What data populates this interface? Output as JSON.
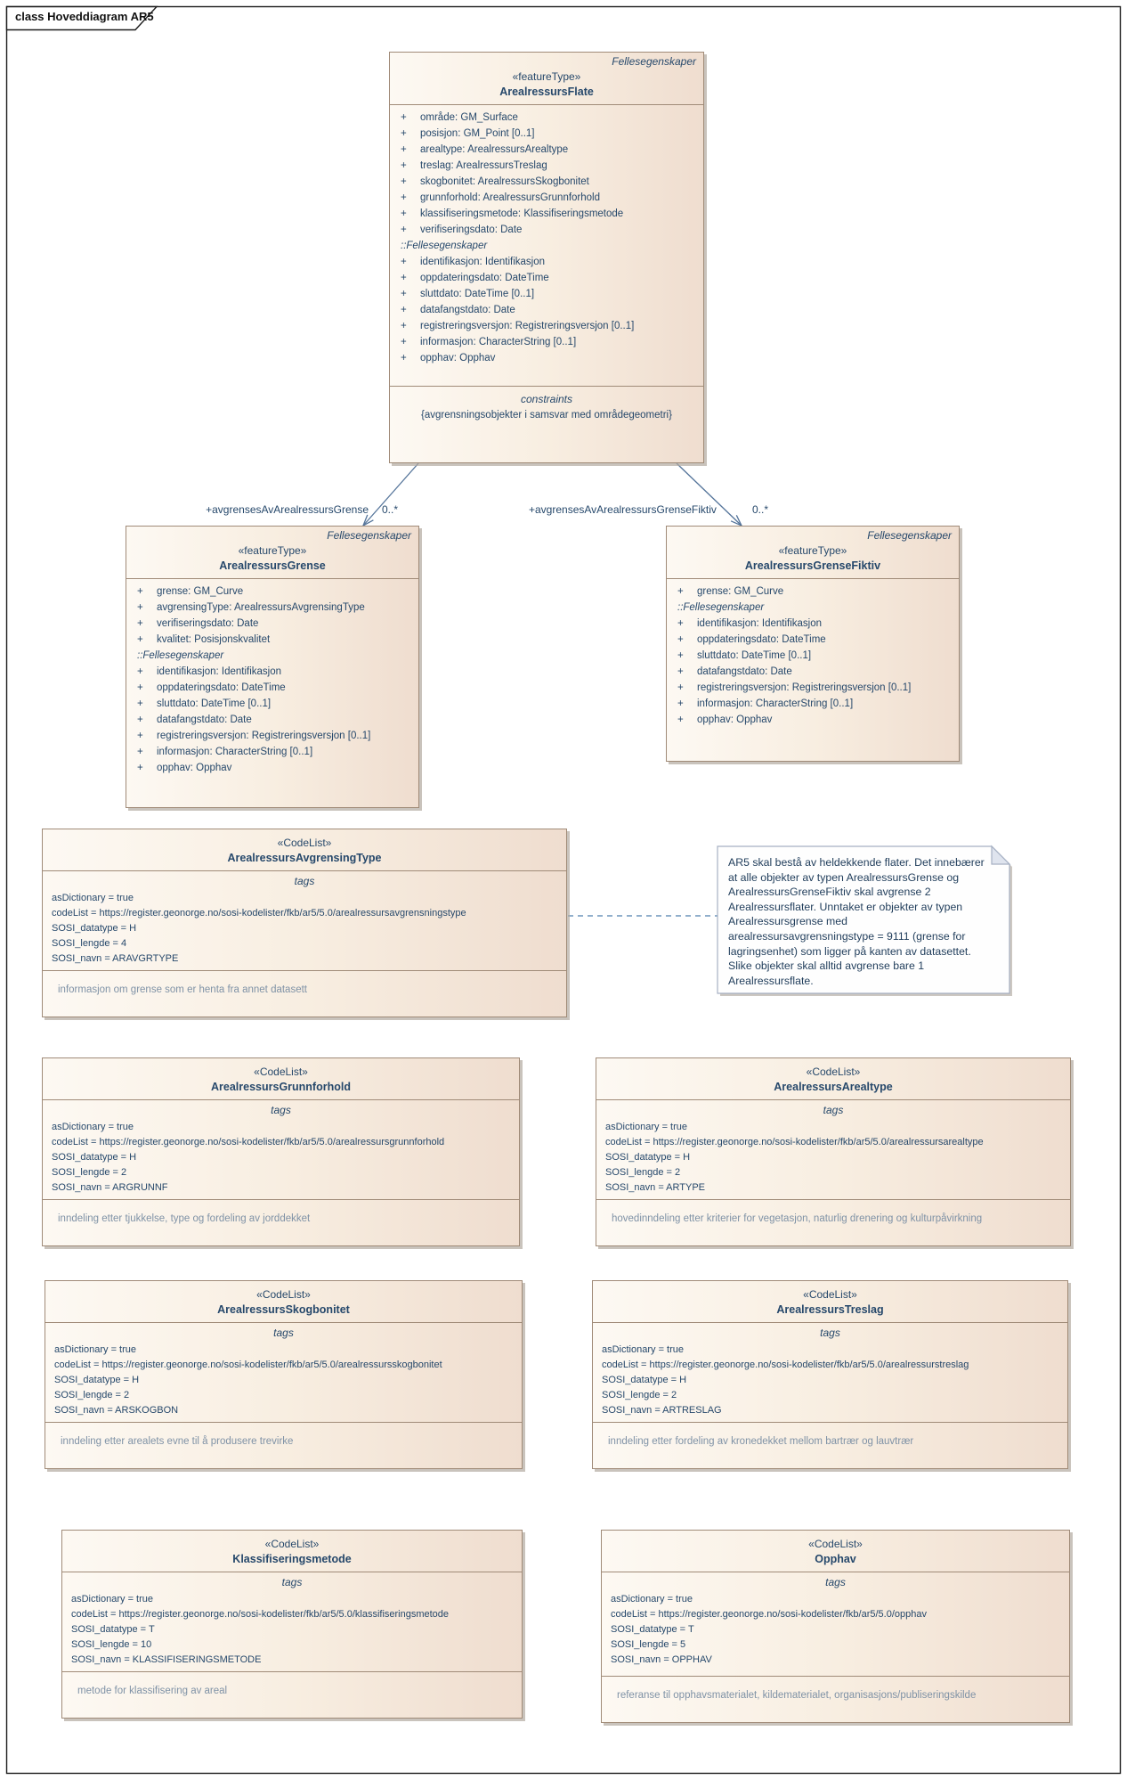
{
  "frame": {
    "title": "class Hoveddiagram AR5"
  },
  "theme": {
    "box_fill_left": "#fdf9f3",
    "box_fill_right": "#efddcf",
    "box_border": "#a08b78",
    "text": "#26486b",
    "muted_note_text": "#7f92a6",
    "connector": "#54749a",
    "note_link": "#4f7fad",
    "note_border": "#a6b0c3",
    "note_fill": "#fefefe",
    "frame_border": "#1c1c1c"
  },
  "associations": {
    "grense": {
      "label": "+avgrensesAvArealressursGrense",
      "multiplicity": "0..*"
    },
    "fiktiv": {
      "label": "+avgrensesAvArealressursGrenseFiktiv",
      "multiplicity": "0..*"
    }
  },
  "note": {
    "text": "AR5 skal bestå av heldekkende flater. Det innebærer at alle objekter av typen ArealressursGrense og ArealressursGrenseFiktiv skal avgrense 2 Arealressursflater. Unntaket er objekter av typen Arealressursgrense med arealressursavgrensningstype = 9111 (grense for lagringsenhet) som ligger på kanten av datasettet. Slike objekter skal alltid avgrense bare 1 Arealressursflate."
  },
  "classes": {
    "flate": {
      "package": "Fellesegenskaper",
      "stereotype": "«featureType»",
      "name": "ArealressursFlate",
      "own": [
        {
          "vis": "+",
          "text": "område: GM_Surface"
        },
        {
          "vis": "+",
          "text": "posisjon: GM_Point [0..1]"
        },
        {
          "vis": "+",
          "text": "arealtype: ArealressursArealtype"
        },
        {
          "vis": "+",
          "text": "treslag: ArealressursTreslag"
        },
        {
          "vis": "+",
          "text": "skogbonitet: ArealressursSkogbonitet"
        },
        {
          "vis": "+",
          "text": "grunnforhold: ArealressursGrunnforhold"
        },
        {
          "vis": "+",
          "text": "klassifiseringsmetode: Klassifiseringsmetode"
        },
        {
          "vis": "+",
          "text": "verifiseringsdato: Date"
        }
      ],
      "inherited_header": "::Fellesegenskaper",
      "inherited": [
        {
          "vis": "+",
          "text": "identifikasjon: Identifikasjon"
        },
        {
          "vis": "+",
          "text": "oppdateringsdato: DateTime"
        },
        {
          "vis": "+",
          "text": "sluttdato: DateTime [0..1]"
        },
        {
          "vis": "+",
          "text": "datafangstdato: Date"
        },
        {
          "vis": "+",
          "text": "registreringsversjon: Registreringsversjon [0..1]"
        },
        {
          "vis": "+",
          "text": "informasjon: CharacterString [0..1]"
        },
        {
          "vis": "+",
          "text": "opphav: Opphav"
        }
      ],
      "constraints_label": "constraints",
      "constraints_text": "{avgrensningsobjekter i samsvar med områdegeometri}"
    },
    "grense": {
      "package": "Fellesegenskaper",
      "stereotype": "«featureType»",
      "name": "ArealressursGrense",
      "own": [
        {
          "vis": "+",
          "text": "grense: GM_Curve"
        },
        {
          "vis": "+",
          "text": "avgrensingType: ArealressursAvgrensingType"
        },
        {
          "vis": "+",
          "text": "verifiseringsdato: Date"
        },
        {
          "vis": "+",
          "text": "kvalitet: Posisjonskvalitet"
        }
      ],
      "inherited_header": "::Fellesegenskaper",
      "inherited": [
        {
          "vis": "+",
          "text": "identifikasjon: Identifikasjon"
        },
        {
          "vis": "+",
          "text": "oppdateringsdato: DateTime"
        },
        {
          "vis": "+",
          "text": "sluttdato: DateTime [0..1]"
        },
        {
          "vis": "+",
          "text": "datafangstdato: Date"
        },
        {
          "vis": "+",
          "text": "registreringsversjon: Registreringsversjon [0..1]"
        },
        {
          "vis": "+",
          "text": "informasjon: CharacterString [0..1]"
        },
        {
          "vis": "+",
          "text": "opphav: Opphav"
        }
      ]
    },
    "fiktiv": {
      "package": "Fellesegenskaper",
      "stereotype": "«featureType»",
      "name": "ArealressursGrenseFiktiv",
      "own": [
        {
          "vis": "+",
          "text": "grense: GM_Curve"
        }
      ],
      "inherited_header": "::Fellesegenskaper",
      "inherited": [
        {
          "vis": "+",
          "text": "identifikasjon: Identifikasjon"
        },
        {
          "vis": "+",
          "text": "oppdateringsdato: DateTime"
        },
        {
          "vis": "+",
          "text": "sluttdato: DateTime [0..1]"
        },
        {
          "vis": "+",
          "text": "datafangstdato: Date"
        },
        {
          "vis": "+",
          "text": "registreringsversjon: Registreringsversjon [0..1]"
        },
        {
          "vis": "+",
          "text": "informasjon: CharacterString [0..1]"
        },
        {
          "vis": "+",
          "text": "opphav: Opphav"
        }
      ]
    }
  },
  "codelists": {
    "avgrensingtype": {
      "stereotype": "«CodeList»",
      "name": "ArealressursAvgrensingType",
      "tags_label": "tags",
      "tags": [
        "asDictionary = true",
        "codeList = https://register.geonorge.no/sosi-kodelister/fkb/ar5/5.0/arealressursavgrensningstype",
        "SOSI_datatype = H",
        "SOSI_lengde = 4",
        "SOSI_navn = ARAVGRTYPE"
      ],
      "description": "informasjon om grense som er henta fra annet datasett"
    },
    "grunnforhold": {
      "stereotype": "«CodeList»",
      "name": "ArealressursGrunnforhold",
      "tags_label": "tags",
      "tags": [
        "asDictionary = true",
        "codeList = https://register.geonorge.no/sosi-kodelister/fkb/ar5/5.0/arealressursgrunnforhold",
        "SOSI_datatype = H",
        "SOSI_lengde = 2",
        "SOSI_navn = ARGRUNNF"
      ],
      "description": "inndeling etter tjukkelse, type og fordeling av jorddekket"
    },
    "arealtype": {
      "stereotype": "«CodeList»",
      "name": "ArealressursArealtype",
      "tags_label": "tags",
      "tags": [
        "asDictionary = true",
        "codeList = https://register.geonorge.no/sosi-kodelister/fkb/ar5/5.0/arealressursarealtype",
        "SOSI_datatype = H",
        "SOSI_lengde = 2",
        "SOSI_navn = ARTYPE"
      ],
      "description": "hovedinndeling etter kriterier for vegetasjon, naturlig drenering og kulturpåvirkning"
    },
    "skogbonitet": {
      "stereotype": "«CodeList»",
      "name": "ArealressursSkogbonitet",
      "tags_label": "tags",
      "tags": [
        "asDictionary = true",
        "codeList = https://register.geonorge.no/sosi-kodelister/fkb/ar5/5.0/arealressursskogbonitet",
        "SOSI_datatype = H",
        "SOSI_lengde = 2",
        "SOSI_navn = ARSKOGBON"
      ],
      "description": "inndeling etter arealets evne til å produsere trevirke"
    },
    "treslag": {
      "stereotype": "«CodeList»",
      "name": "ArealressursTreslag",
      "tags_label": "tags",
      "tags": [
        "asDictionary = true",
        "codeList = https://register.geonorge.no/sosi-kodelister/fkb/ar5/5.0/arealressurstreslag",
        "SOSI_datatype = H",
        "SOSI_lengde = 2",
        "SOSI_navn = ARTRESLAG"
      ],
      "description": "inndeling etter fordeling av kronedekket mellom bartrær og lauvtrær"
    },
    "klassifiseringsmetode": {
      "stereotype": "«CodeList»",
      "name": "Klassifiseringsmetode",
      "tags_label": "tags",
      "tags": [
        "asDictionary = true",
        "codeList = https://register.geonorge.no/sosi-kodelister/fkb/ar5/5.0/klassifiseringsmetode",
        "SOSI_datatype = T",
        "SOSI_lengde = 10",
        "SOSI_navn = KLASSIFISERINGSMETODE"
      ],
      "description": "metode for klassifisering av areal"
    },
    "opphav": {
      "stereotype": "«CodeList»",
      "name": "Opphav",
      "tags_label": "tags",
      "tags": [
        "asDictionary = true",
        "codeList = https://register.geonorge.no/sosi-kodelister/fkb/ar5/5.0/opphav",
        "SOSI_datatype = T",
        "SOSI_lengde = 5",
        "SOSI_navn = OPPHAV"
      ],
      "description": "referanse til opphavsmaterialet, kildematerialet, organisasjons/publiseringskilde"
    }
  }
}
